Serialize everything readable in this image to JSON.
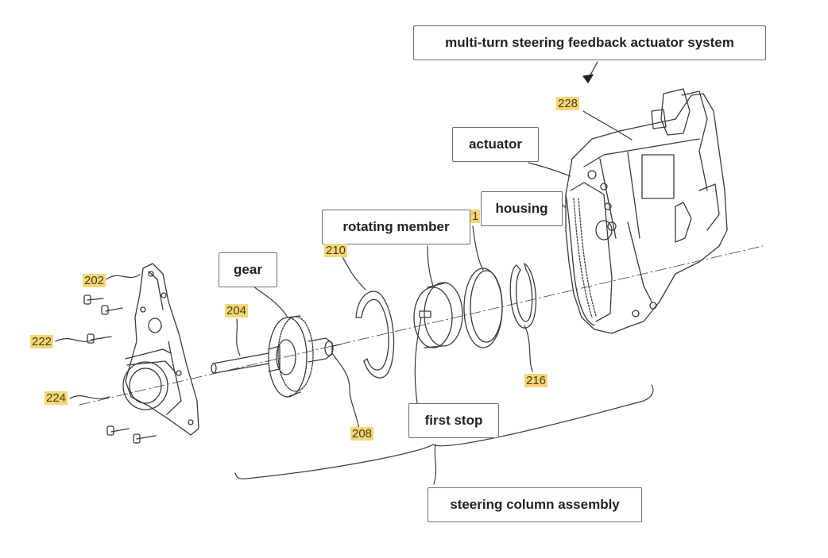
{
  "labels": {
    "system": "multi-turn steering feedback actuator system",
    "actuator": "actuator",
    "housing": "housing",
    "rotating_member": "rotating member",
    "gear": "gear",
    "first_stop": "first stop",
    "steering_column_assembly": "steering column assembly"
  },
  "refs": {
    "r202": "202",
    "r204": "204",
    "r208": "208",
    "r210": "210",
    "r216": "216",
    "r222": "222",
    "r224": "224",
    "r228": "228",
    "r_partial": "1"
  },
  "colors": {
    "line": "#3a3a3a",
    "ref_highlight": "#f5d77a",
    "box_border": "#6e6e6e"
  }
}
